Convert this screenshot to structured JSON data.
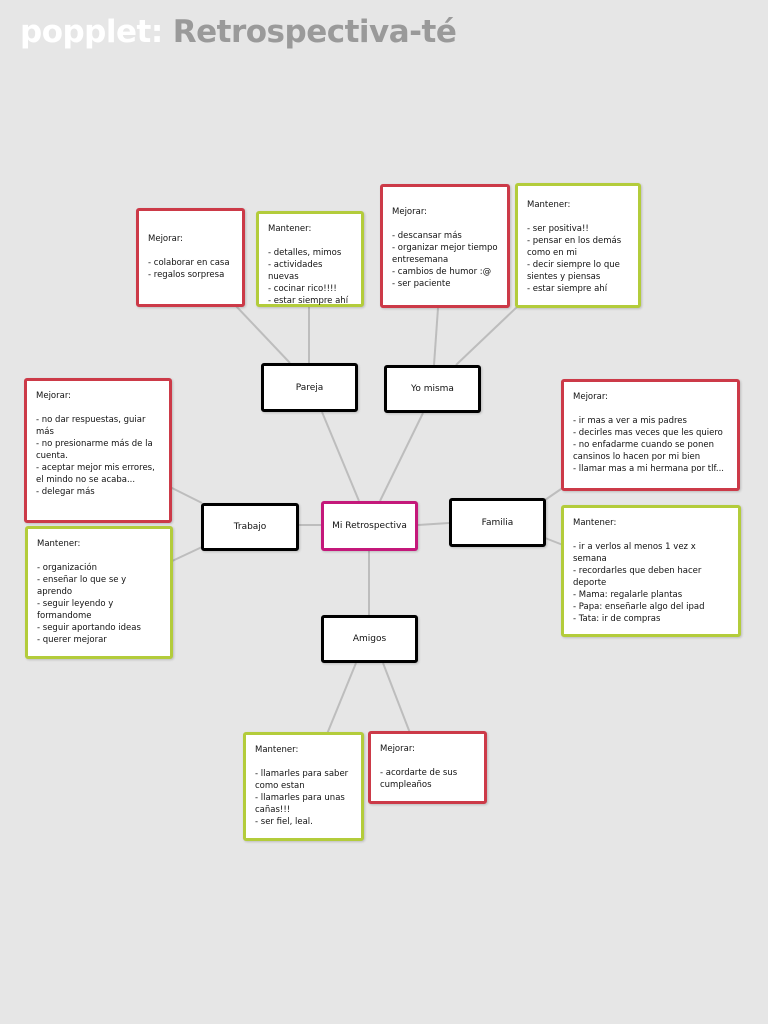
{
  "header": {
    "brand": "popplet:",
    "title": "Retrospectiva-té"
  },
  "colors": {
    "background": "#e6e6e6",
    "mejorar_border": "#cc3a48",
    "mantener_border": "#b3cc3b",
    "center_border": "#c4187a",
    "node_border": "#000000",
    "connector": "#bdbdbd"
  },
  "nodes": {
    "center": "Mi Retrospectiva",
    "pareja": "Pareja",
    "yo_misma": "Yo misma",
    "trabajo": "Trabajo",
    "familia": "Familia",
    "amigos": "Amigos"
  },
  "notes": {
    "pareja_mejorar": {
      "title": "Mejorar:",
      "items": [
        "- colaborar en casa",
        "- regalos sorpresa"
      ]
    },
    "pareja_mantener": {
      "title": "Mantener:",
      "items": [
        "- detalles, mimos",
        "- actividades nuevas",
        "- cocinar rico!!!!",
        "- estar siempre ahí"
      ]
    },
    "yo_mejorar": {
      "title": "Mejorar:",
      "items": [
        "- descansar más",
        "- organizar mejor tiempo entresemana",
        "- cambios de humor :@",
        "- ser paciente"
      ]
    },
    "yo_mantener": {
      "title": "Mantener:",
      "items": [
        "- ser positiva!!",
        "- pensar en los demás como en mi",
        "- decir siempre lo que sientes y piensas",
        "- estar siempre ahí"
      ]
    },
    "trabajo_mejorar": {
      "title": "Mejorar:",
      "items": [
        "- no dar respuestas, guiar más",
        "- no presionarme más de la cuenta.",
        "- aceptar mejor mis errores, el mindo no se acaba...",
        "- delegar más"
      ]
    },
    "trabajo_mantener": {
      "title": "Mantener:",
      "items": [
        "- organización",
        "- enseñar lo que se y aprendo",
        "- seguir leyendo y formandome",
        "- seguir aportando ideas",
        "- querer mejorar"
      ]
    },
    "familia_mejorar": {
      "title": "Mejorar:",
      "items": [
        "- ir mas a ver a mis padres",
        "- decirles mas veces que les quiero",
        "- no enfadarme cuando se ponen cansinos lo hacen por mi bien",
        "- llamar mas a mi hermana por tlf..."
      ]
    },
    "familia_mantener": {
      "title": "Mantener:",
      "items": [
        "- ir a verlos al menos 1 vez x semana",
        "- recordarles que deben hacer deporte",
        "- Mama: regalarle plantas",
        "- Papa: enseñarle algo del ipad",
        "- Tata: ir de compras"
      ]
    },
    "amigos_mantener": {
      "title": "Mantener:",
      "items": [
        "- llamarles para saber como estan",
        "- llamarles para unas cañas!!!",
        "- ser fiel, leal."
      ]
    },
    "amigos_mejorar": {
      "title": "Mejorar:",
      "items": [
        "- acordarte de sus cumpleaños"
      ]
    }
  }
}
